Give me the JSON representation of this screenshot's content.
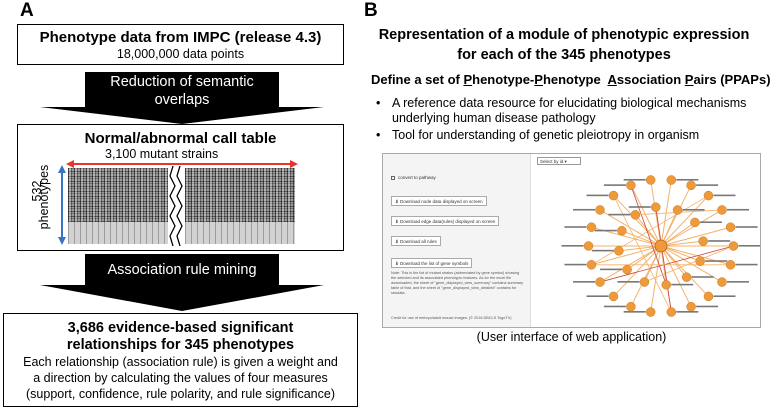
{
  "panel_a": {
    "letter": "A",
    "top_box": {
      "title": "Phenotype data from IMPC (release 4.3)",
      "subtitle": "18,000,000 data points"
    },
    "arrow1": {
      "line1": "Reduction of semantic",
      "line2": "overlaps"
    },
    "table_box": {
      "title": "Normal/abnormal call table",
      "strains_label": "3,100 mutant strains",
      "phenotypes_count": "532",
      "phenotypes_word": "phenotypes"
    },
    "arrow2": {
      "label": "Association rule mining"
    },
    "result_box": {
      "title_line1": "3,686 evidence-based significant",
      "title_line2": "relationships for 345 phenotypes",
      "desc_line1": "Each relationship (association rule) is given a weight and",
      "desc_line2": "a direction by calculating the values of four measures",
      "desc_line3": "(support, confidence, rule polarity, and rule significance)"
    }
  },
  "panel_b": {
    "letter": "B",
    "title_line1": "Representation of a module of phenotypic expression",
    "title_line2": "for each of the 345 phenotypes",
    "ppap_parts": [
      {
        "text": "Define a set of ",
        "u": false
      },
      {
        "text": "P",
        "u": true
      },
      {
        "text": "henotype-",
        "u": false
      },
      {
        "text": "P",
        "u": true
      },
      {
        "text": "henotype  ",
        "u": false
      },
      {
        "text": "A",
        "u": true
      },
      {
        "text": "ssociation ",
        "u": false
      },
      {
        "text": "P",
        "u": true
      },
      {
        "text": "airs (PPAPs)",
        "u": false
      }
    ],
    "bullets": [
      "A reference data resource for elucidating biological mechanisms underlying human disease pathology",
      "Tool for understanding of genetic pleiotropy in organism"
    ],
    "ui": {
      "select_label": "Select by id",
      "checkbox_label": "convert to pathway",
      "buttons": [
        "Download node data displayed on screen",
        "Download edge data(rules) displayed on screen",
        "Download all rules",
        "Download the list of gene symbols"
      ],
      "note": "Note: This is the list of mutant strains (abbreviated by gene symbol) showing the selected and its associated phenotypic features. As for the excel file downloaded, the sheet of \"gene_displayed_view_summary\" contains summary table of that, and the sheet of \"gene_displayed_view_detailed\" contains for rawdata.",
      "credit": "Credit for use of embryo/adult mouse images: (© 2016 DBCLS TogoTV)"
    },
    "caption": "(User interface of web application)"
  },
  "colors": {
    "arrow_red": "#e8352e",
    "arrow_blue": "#3a73c2",
    "node_orange": "#ee9a3a",
    "edge_orange": "#f3b26b"
  }
}
